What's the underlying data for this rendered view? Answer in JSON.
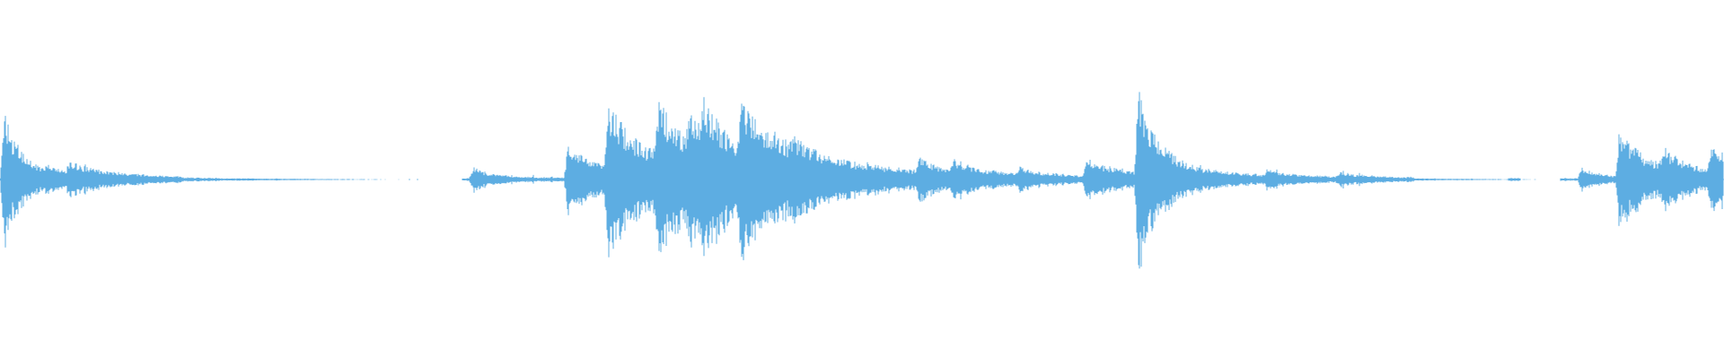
{
  "waveform": {
    "color": "#5dade2",
    "amplitude_range": [
      -1,
      1
    ],
    "duration_fraction_axis": [
      0,
      1
    ],
    "bursts": [
      {
        "t": 0.002,
        "peak": 0.36,
        "decay": 0.01,
        "noise": 0.04
      },
      {
        "t": 0.04,
        "peak": 0.05,
        "decay": 0.02,
        "noise": 0.015
      },
      {
        "t": 0.027,
        "peak": 0.03,
        "decay": 0.01,
        "noise": 0.01
      },
      {
        "t": 0.274,
        "peak": 0.05,
        "decay": 0.008,
        "noise": 0.02
      },
      {
        "t": 0.329,
        "peak": 0.14,
        "decay": 0.018,
        "noise": 0.05
      },
      {
        "t": 0.3525,
        "peak": 0.3,
        "decay": 0.02,
        "noise": 0.06
      },
      {
        "t": 0.381,
        "peak": 0.27,
        "decay": 0.018,
        "noise": 0.06
      },
      {
        "t": 0.399,
        "peak": 0.12,
        "decay": 0.012,
        "noise": 0.04
      },
      {
        "t": 0.407,
        "peak": 0.17,
        "decay": 0.016,
        "noise": 0.05
      },
      {
        "t": 0.43,
        "peak": 0.24,
        "decay": 0.025,
        "noise": 0.05
      },
      {
        "t": 0.46,
        "peak": 0.04,
        "decay": 0.01,
        "noise": 0.015
      },
      {
        "t": 0.533,
        "peak": 0.06,
        "decay": 0.008,
        "noise": 0.02
      },
      {
        "t": 0.553,
        "peak": 0.05,
        "decay": 0.008,
        "noise": 0.02
      },
      {
        "t": 0.592,
        "peak": 0.03,
        "decay": 0.006,
        "noise": 0.01
      },
      {
        "t": 0.63,
        "peak": 0.07,
        "decay": 0.015,
        "noise": 0.03
      },
      {
        "t": 0.66,
        "peak": 0.42,
        "decay": 0.012,
        "noise": 0.06
      },
      {
        "t": 0.735,
        "peak": 0.03,
        "decay": 0.006,
        "noise": 0.01
      },
      {
        "t": 0.777,
        "peak": 0.02,
        "decay": 0.006,
        "noise": 0.01
      },
      {
        "t": 0.917,
        "peak": 0.05,
        "decay": 0.008,
        "noise": 0.02
      },
      {
        "t": 0.939,
        "peak": 0.23,
        "decay": 0.015,
        "noise": 0.05
      },
      {
        "t": 0.964,
        "peak": 0.08,
        "decay": 0.012,
        "noise": 0.03
      },
      {
        "t": 0.992,
        "peak": 0.1,
        "decay": 0.02,
        "noise": 0.04
      }
    ],
    "quiet_segments": [
      [
        0.0,
        0.105
      ],
      [
        0.268,
        0.625
      ],
      [
        0.628,
        0.82
      ],
      [
        0.875,
        0.882
      ],
      [
        0.905,
        1.0
      ]
    ]
  }
}
